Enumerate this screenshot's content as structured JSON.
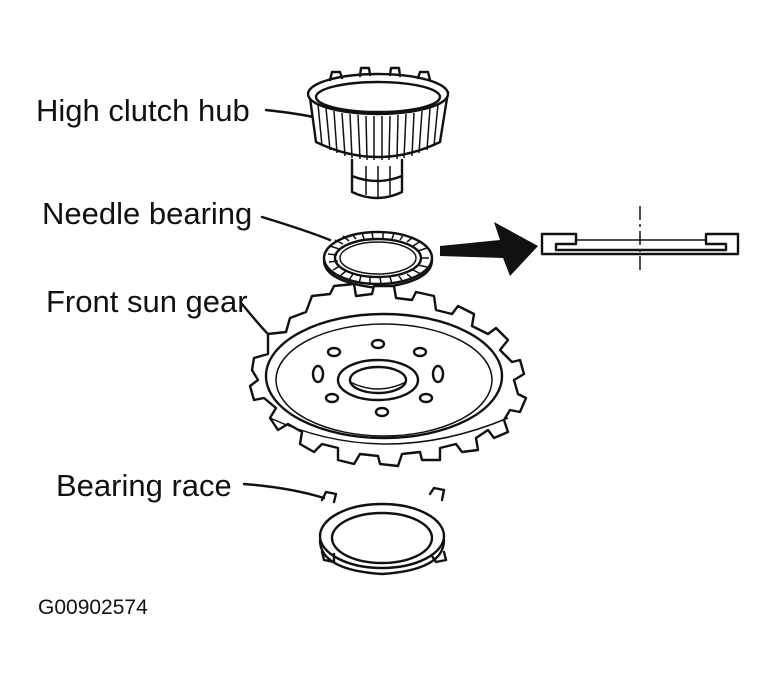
{
  "labels": {
    "high_clutch_hub": "High clutch hub",
    "needle_bearing": "Needle bearing",
    "front_sun_gear": "Front sun gear",
    "bearing_race": "Bearing race"
  },
  "figure_code": "G00902574",
  "colors": {
    "ink": "#111111",
    "paper": "#ffffff"
  }
}
